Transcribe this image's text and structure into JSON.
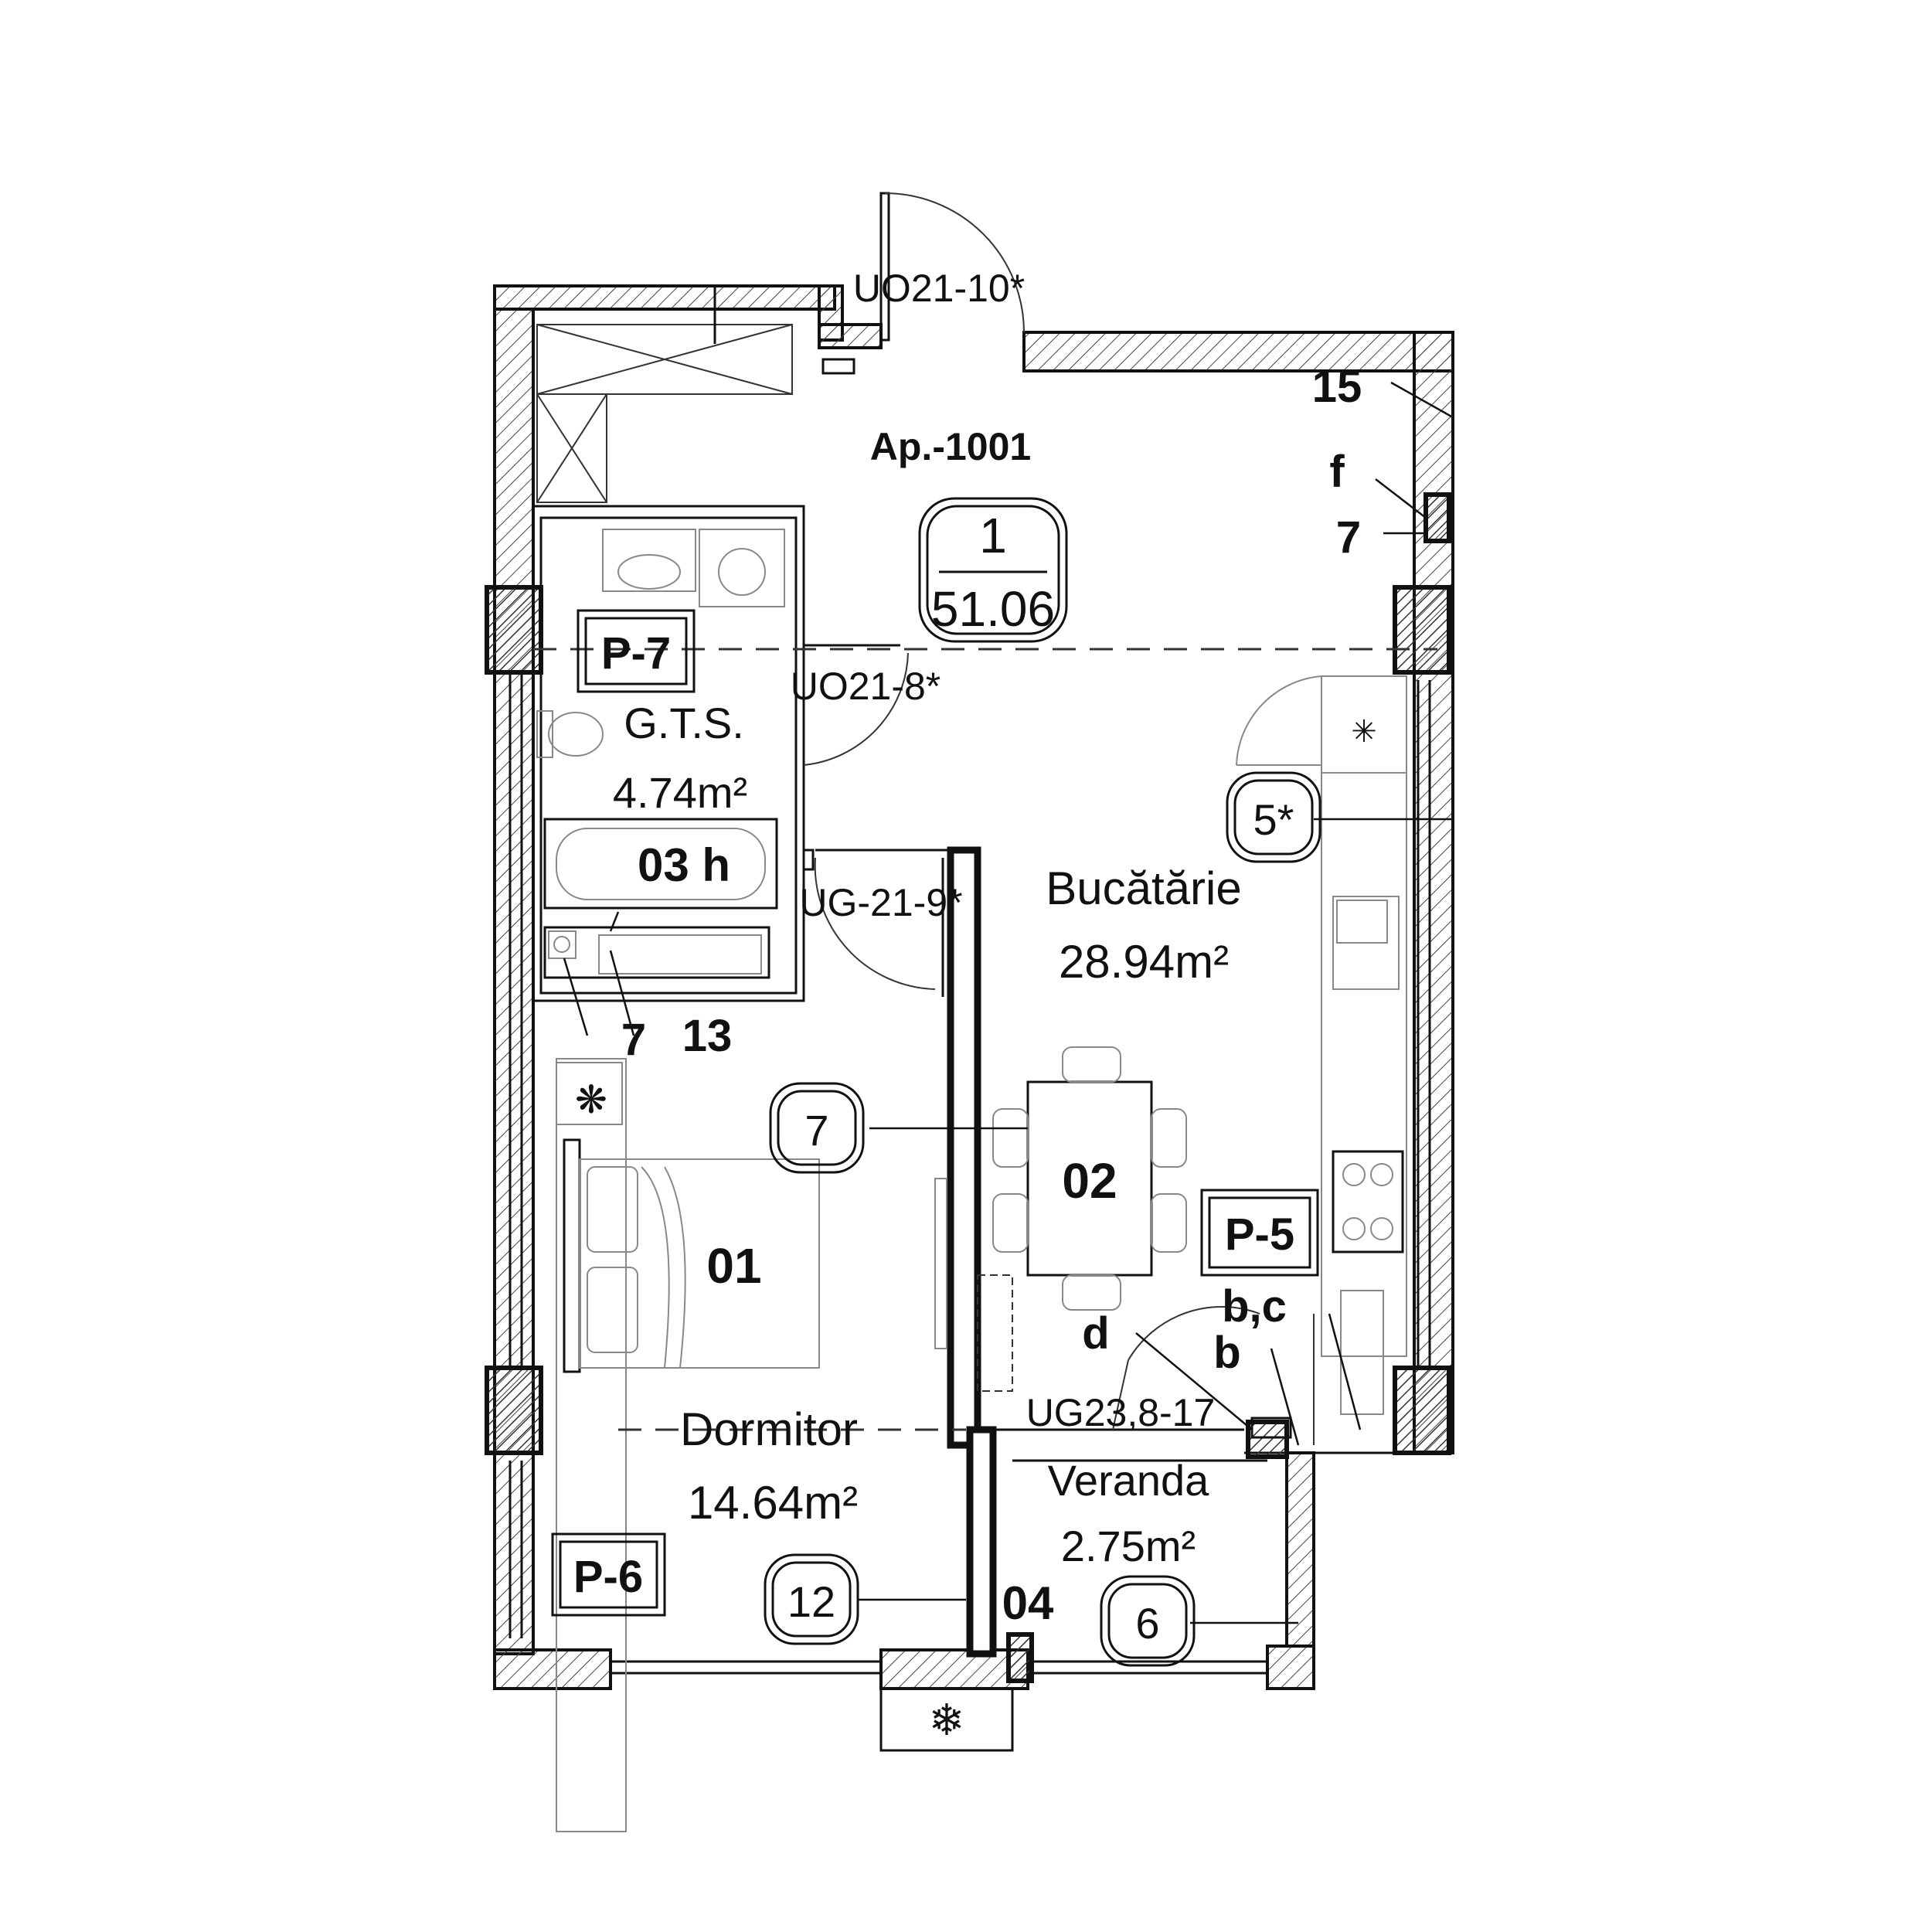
{
  "apartment": {
    "label": "Ap.-1001",
    "number": "1",
    "area": "51.06"
  },
  "doors": {
    "entrance": "UO21-10*",
    "bathroom": "UO21-8*",
    "bedroom": "UG-21-9*",
    "veranda": "UG23,8-17"
  },
  "rooms": {
    "bathroom": {
      "name": "G.T.S.",
      "area": "4.74m²",
      "code": "P-7",
      "item": "03 h"
    },
    "kitchen": {
      "name": "Bucătărie",
      "area": "28.94m²",
      "code": "P-5",
      "item": "02"
    },
    "bedroom": {
      "name": "Dormitor",
      "area": "14.64m²",
      "code": "P-6",
      "item": "01"
    },
    "veranda": {
      "name": "Veranda",
      "area": "2.75m²",
      "item": "04"
    }
  },
  "circle_tags": {
    "kitchen_wall": "5*",
    "bedroom_wall": "7",
    "bedroom_window": "12",
    "veranda_window": "6"
  },
  "annotations": {
    "top_right_15": "15",
    "top_right_f": "f",
    "top_right_7": "7",
    "bath_7": "7",
    "bath_13": "13",
    "kitchen_d": "d",
    "kitchen_bc": "b,c",
    "kitchen_b": "b"
  }
}
